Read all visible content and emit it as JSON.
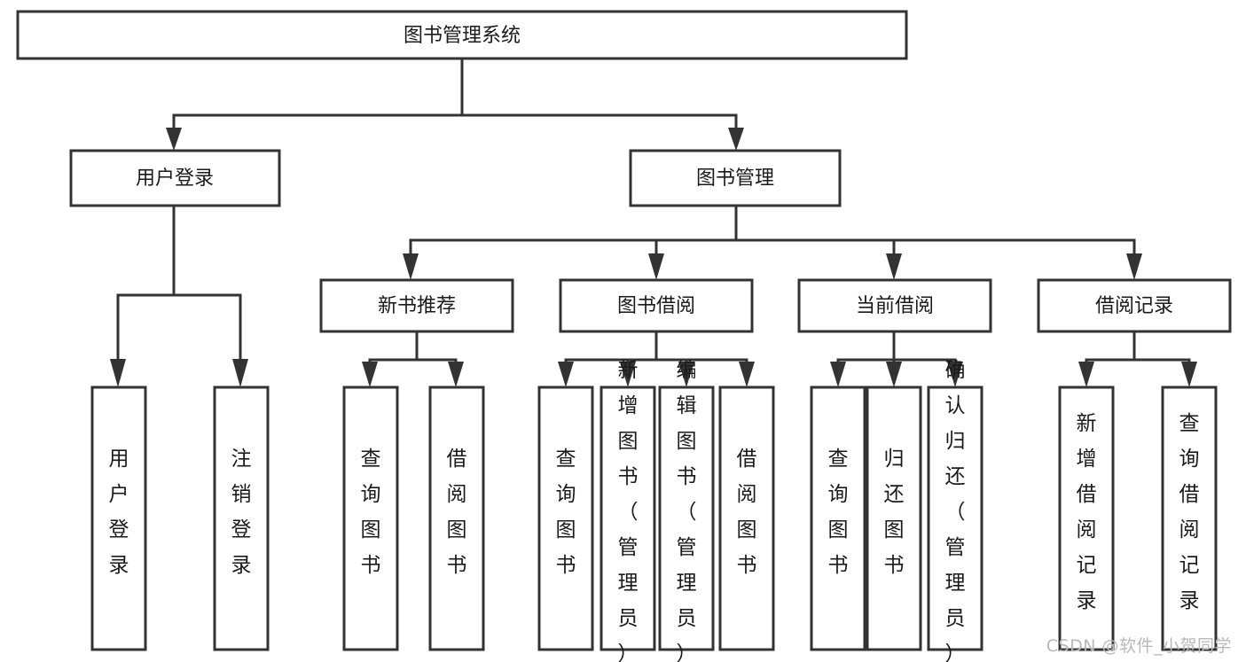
{
  "diagram": {
    "type": "hierarchy-tree",
    "title": "图书管理系统",
    "colors": {
      "stroke": "#333333",
      "fill": "#ffffff",
      "text": "#1a1a1a",
      "watermark": "#b9b9b9",
      "background": "#ffffff"
    },
    "root": {
      "label": "图书管理系统"
    },
    "level2": [
      {
        "label": "用户登录"
      },
      {
        "label": "图书管理"
      }
    ],
    "level3": [
      {
        "label": "新书推荐"
      },
      {
        "label": "图书借阅"
      },
      {
        "label": "当前借阅"
      },
      {
        "label": "借阅记录"
      }
    ],
    "leaves": {
      "user_login": [
        {
          "label": "用户登录"
        },
        {
          "label": "注销登录"
        }
      ],
      "new_book_recommend": [
        {
          "label": "查询图书"
        },
        {
          "label": "借阅图书"
        }
      ],
      "book_borrow": [
        {
          "label": "查询图书"
        },
        {
          "label": "新增图书（管理员）"
        },
        {
          "label": "编辑图书（管理员）"
        },
        {
          "label": "借阅图书"
        }
      ],
      "current_borrow": [
        {
          "label": "查询图书"
        },
        {
          "label": "归还图书"
        },
        {
          "label": "确认归还（管理员）"
        }
      ],
      "borrow_record": [
        {
          "label": "新增借阅记录"
        },
        {
          "label": "查询借阅记录"
        }
      ]
    }
  },
  "watermark": {
    "text": "CSDN @软件_小贺同学"
  }
}
